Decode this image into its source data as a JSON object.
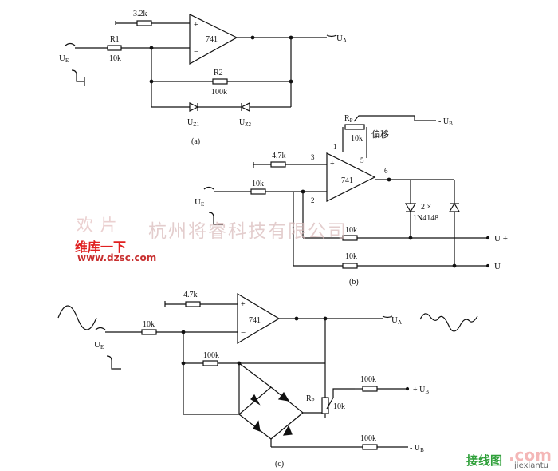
{
  "circuit_a": {
    "res_top": "3.2k",
    "r1_label": "R1",
    "r1_value": "10k",
    "op_amp": "741",
    "input_label": "U",
    "input_sub": "E",
    "output_label": "U",
    "output_sub": "A",
    "r2_label": "R2",
    "r2_value": "100k",
    "zener1": "U",
    "zener1_sub": "Z1",
    "zener2": "U",
    "zener2_sub": "Z2",
    "caption": "(a)"
  },
  "circuit_b": {
    "rp_label": "R",
    "rp_sub": "P",
    "rp_value": "10k",
    "offset_label": "偏移",
    "ub_label": "- U",
    "ub_sub": "B",
    "res_top": "4.7k",
    "res_in": "10k",
    "op_amp": "741",
    "pin1": "1",
    "pin2": "2",
    "pin3": "3",
    "pin5": "5",
    "pin6": "6",
    "input_label": "U",
    "input_sub": "E",
    "diode_count": "2 ×",
    "diode_part": "1N4148",
    "res_fb1": "10k",
    "res_fb2": "10k",
    "out_plus": "U +",
    "out_minus": "U -",
    "caption": "(b)"
  },
  "circuit_c": {
    "res_top": "4.7k",
    "res_in": "10k",
    "op_amp": "741",
    "input_label": "U",
    "input_sub": "E",
    "output_label": "U",
    "output_sub": "A",
    "res_fb": "100k",
    "res_ub": "100k",
    "ub_label": "+ U",
    "ub_sub": "B",
    "rp_label": "R",
    "rp_sub": "P",
    "rp_value": "10k",
    "res_ubn": "100k",
    "ubn_label": "- U",
    "ubn_sub": "B",
    "caption": "(c)"
  },
  "watermarks": {
    "left": "欢  片",
    "brand": "维库一下",
    "url": "www.dzsc.com",
    "company": "杭州将睿科技有限公司",
    "right": "接线图",
    "right_url": "jiexiantu",
    ".com": ".com"
  }
}
